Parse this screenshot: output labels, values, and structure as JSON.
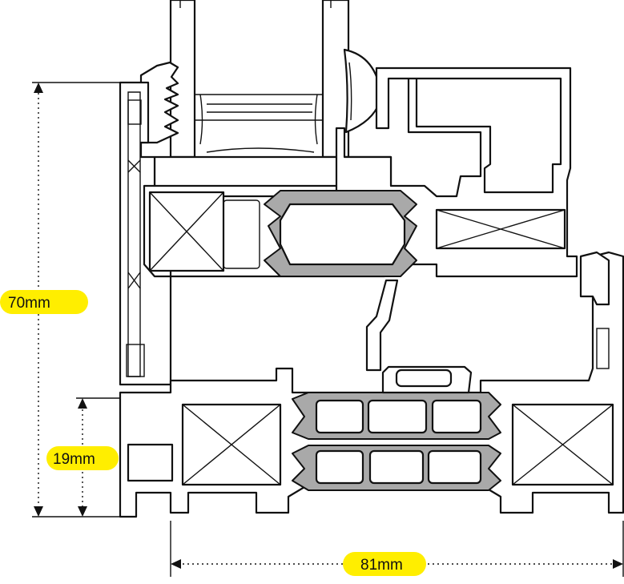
{
  "dimensions": {
    "total_height": "70mm",
    "frame_height": "19mm",
    "total_width": "81mm"
  },
  "colors": {
    "badge": "#ffee00",
    "insulation_bar": "#a9a9a9",
    "line": "#111111"
  }
}
